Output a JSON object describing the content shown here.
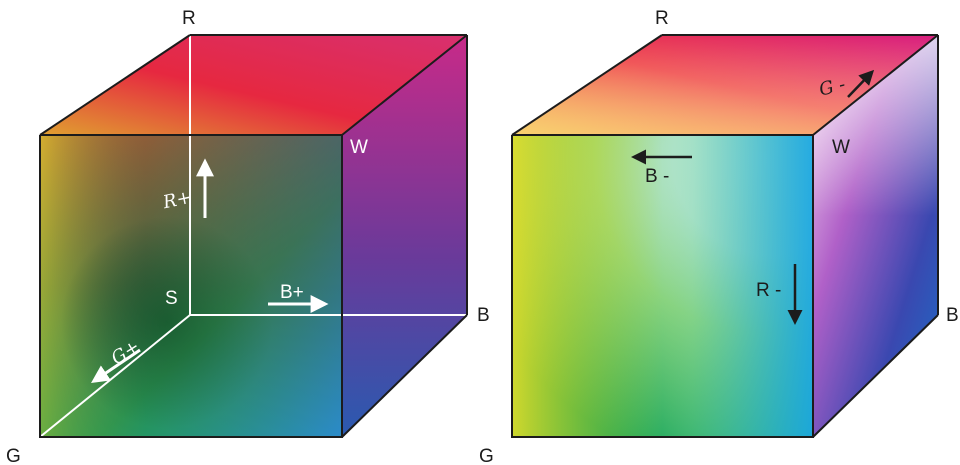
{
  "left_cube": {
    "vertex_r": "R",
    "vertex_w": "W",
    "vertex_s": "S",
    "vertex_b": "B",
    "vertex_g": "G",
    "arrow_r": "R+",
    "arrow_b": "B+",
    "arrow_g": "G+"
  },
  "right_cube": {
    "vertex_r": "R",
    "vertex_w": "W",
    "vertex_b": "B",
    "vertex_g": "G",
    "arrow_g": "G -",
    "arrow_b": "B -",
    "arrow_r": "R -"
  },
  "colors": {
    "red": "#e8203a",
    "magenta": "#d61d8f",
    "yellow": "#f0e62a",
    "green": "#10a048",
    "blue": "#2a2b8e",
    "cyan": "#1aa6e0",
    "black": "#1a1414",
    "white": "#ffffff",
    "edge": "#1c1c1c"
  }
}
